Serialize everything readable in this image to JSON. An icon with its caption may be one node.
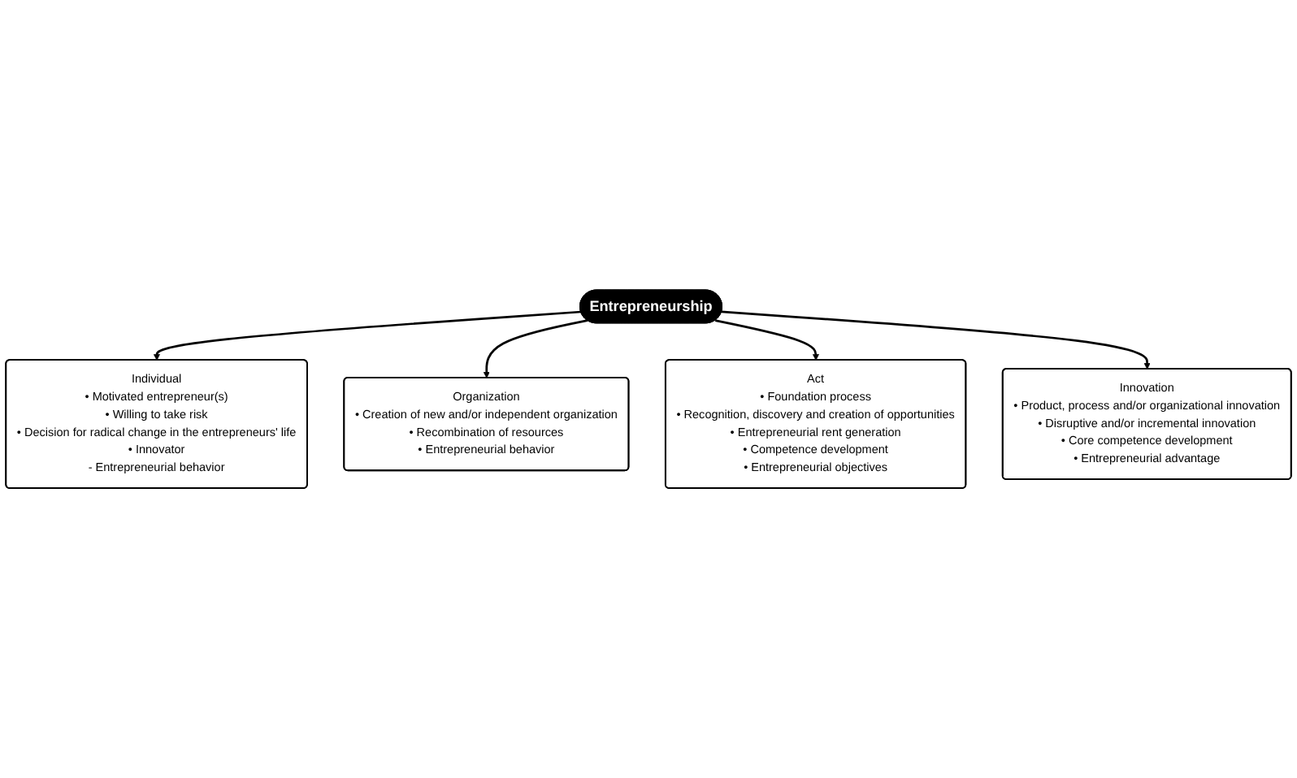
{
  "diagram": {
    "nodes": [
      {
        "text": [
          "Individual",
          "• Motivated entrepreneur(s)",
          "• Willing to take risk",
          "• Decision for radical change in the entrepreneurs' life",
          "• Innovator",
          "- Entrepreneurial behavior"
        ]
      },
      {
        "text": [
          "Organization",
          "• Creation of new and/or independent organization",
          "• Recombination of resources",
          "• Entrepreneurial behavior"
        ]
      },
      {
        "text": [
          "Entrepreneurship"
        ]
      },
      {
        "text": [
          "Act",
          "• Foundation process",
          "• Recognition, discovery and creation of opportunities",
          "• Entrepreneurial rent generation",
          "• Competence development",
          "• Entrepreneurial objectives"
        ]
      },
      {
        "text": [
          "Innovation",
          "• Product, process and/or organizational innovation",
          "• Disruptive and/or incremental innovation",
          "• Core competence development",
          "• Entrepreneurial advantage"
        ]
      }
    ],
    "edges": [
      {
        "from": 2,
        "to": 0,
        "arrow": "to"
      },
      {
        "from": 2,
        "to": 1,
        "arrow": "to"
      },
      {
        "from": 2,
        "to": 3,
        "arrow": "to"
      },
      {
        "from": 2,
        "to": 4,
        "arrow": "to"
      }
    ]
  }
}
